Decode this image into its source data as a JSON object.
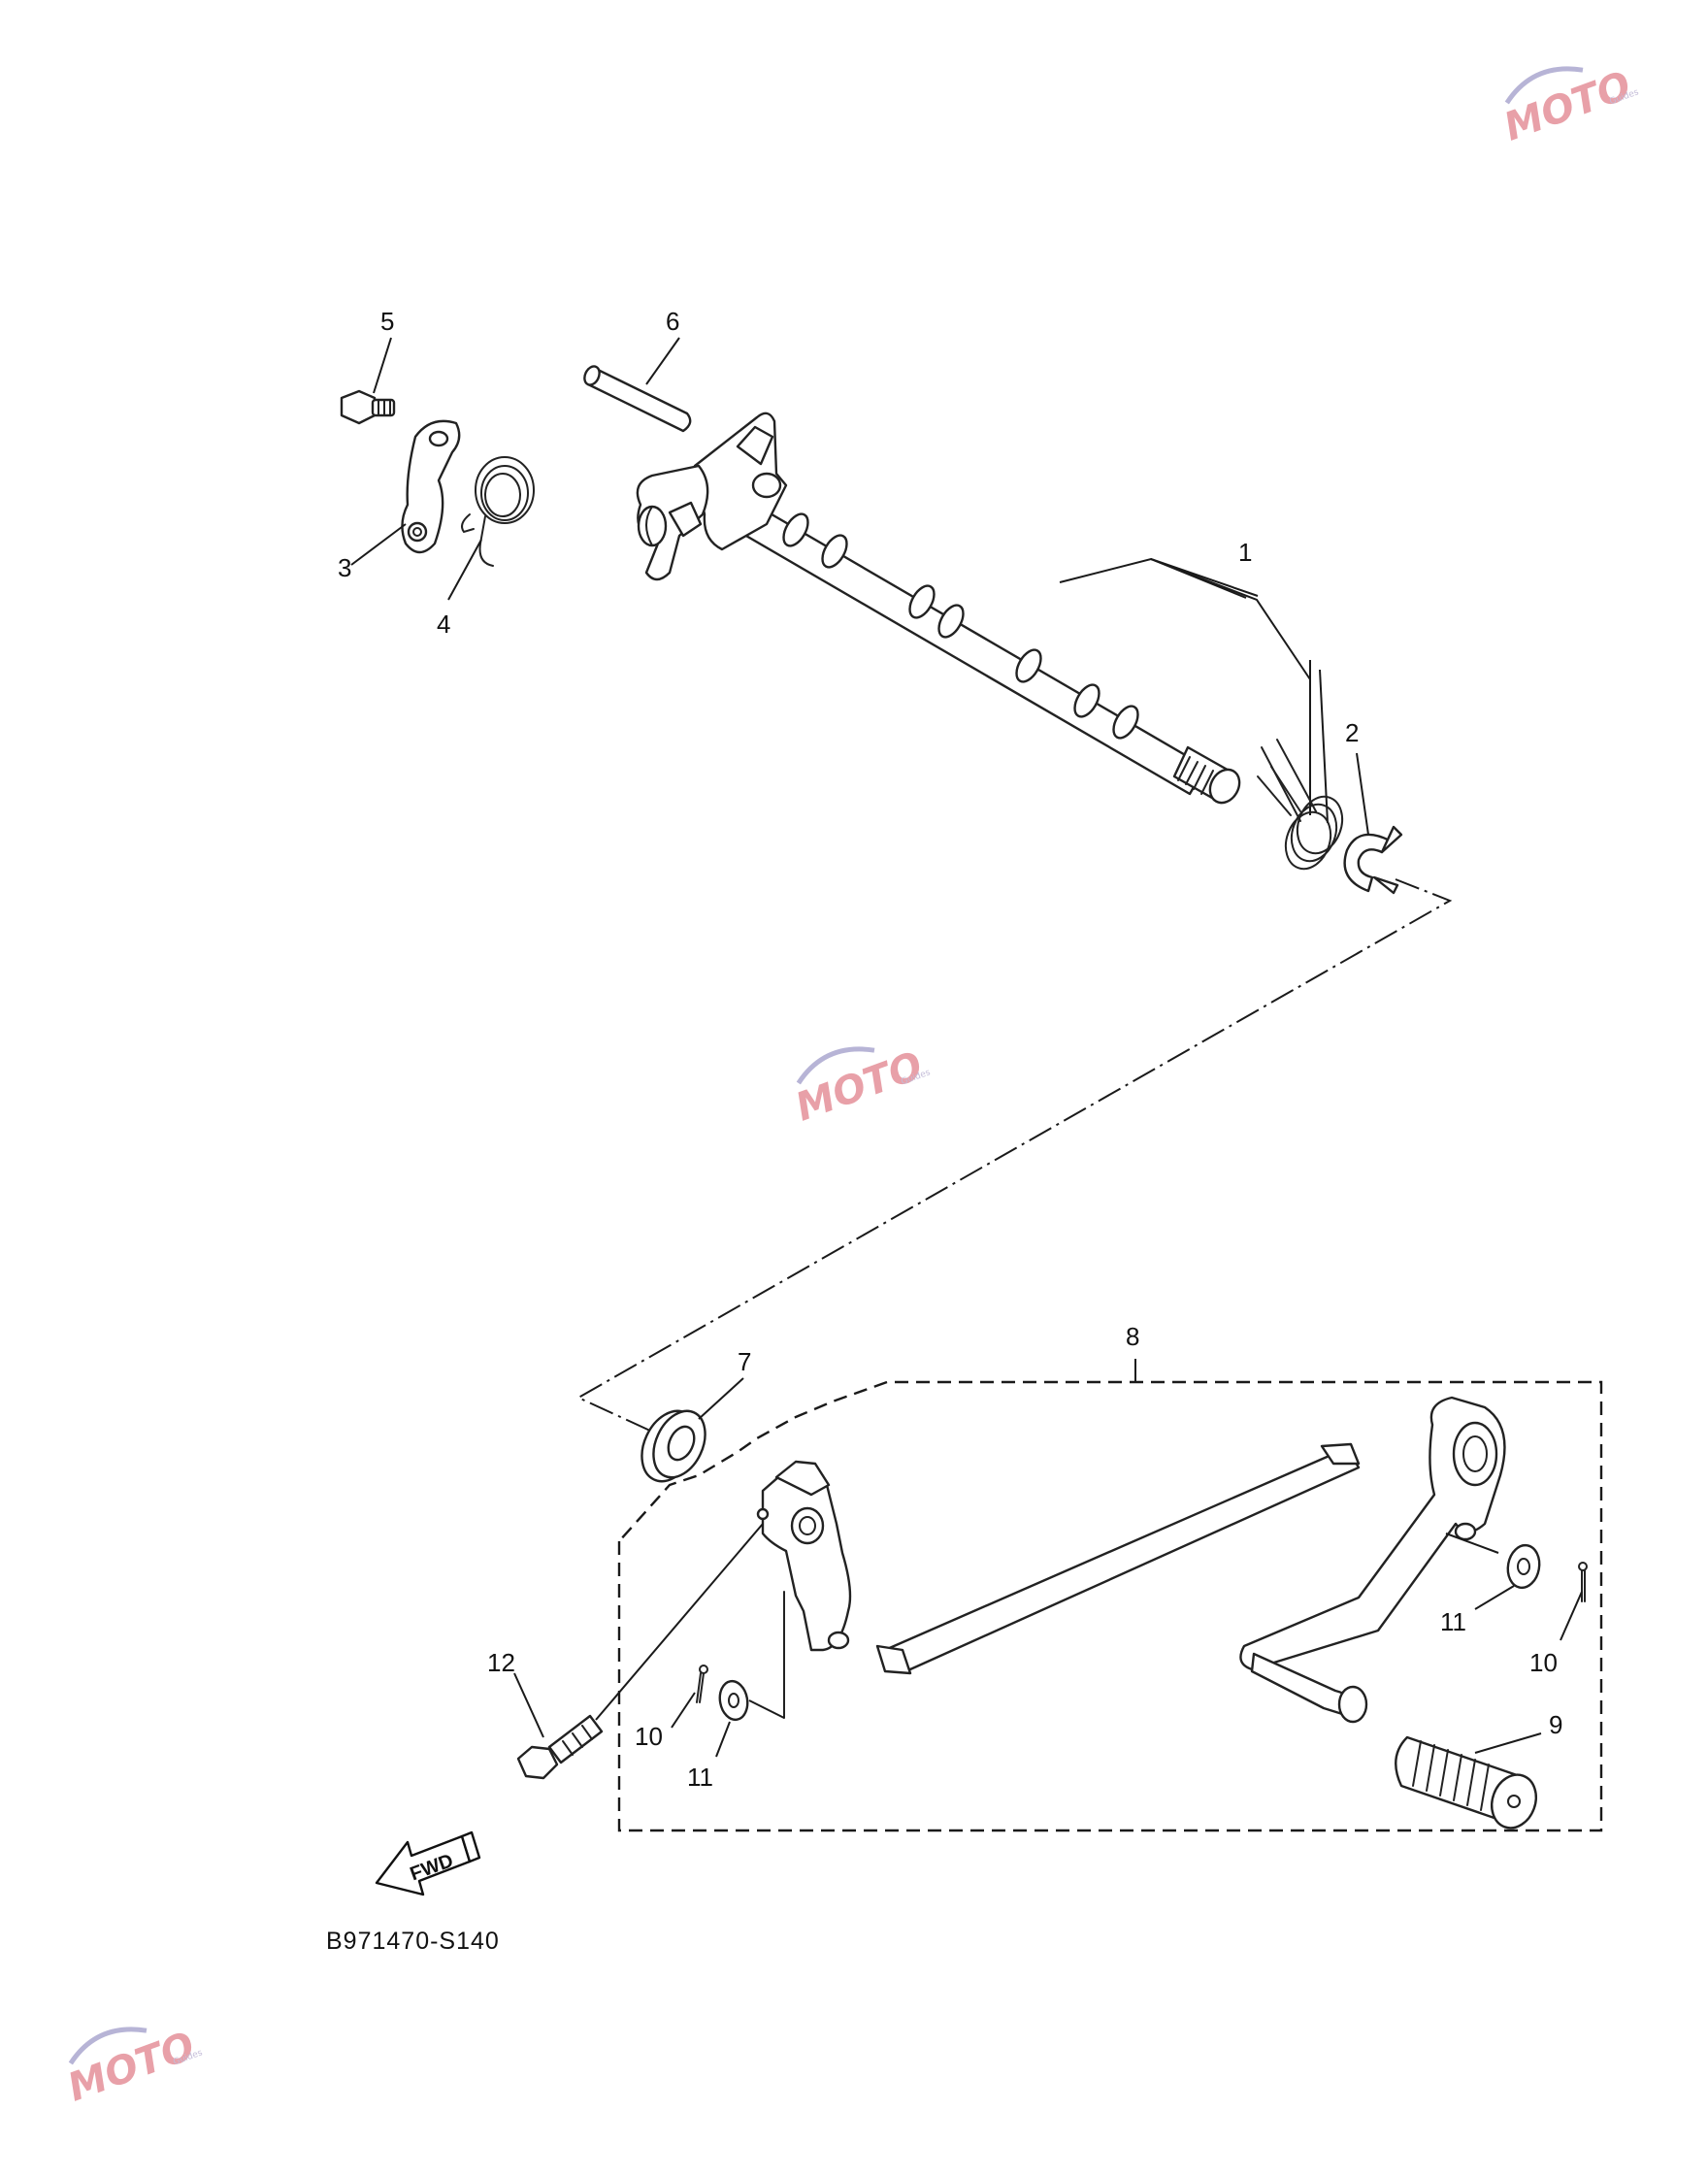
{
  "diagram": {
    "callouts": [
      "1",
      "2",
      "3",
      "4",
      "5",
      "6",
      "7",
      "8",
      "9",
      "10",
      "11",
      "12",
      "10",
      "11"
    ],
    "fwd_label": "FWD",
    "diagram_code": "B971470-S140"
  },
  "watermark": {
    "brand": "MOTO",
    "sub": "Guides"
  }
}
